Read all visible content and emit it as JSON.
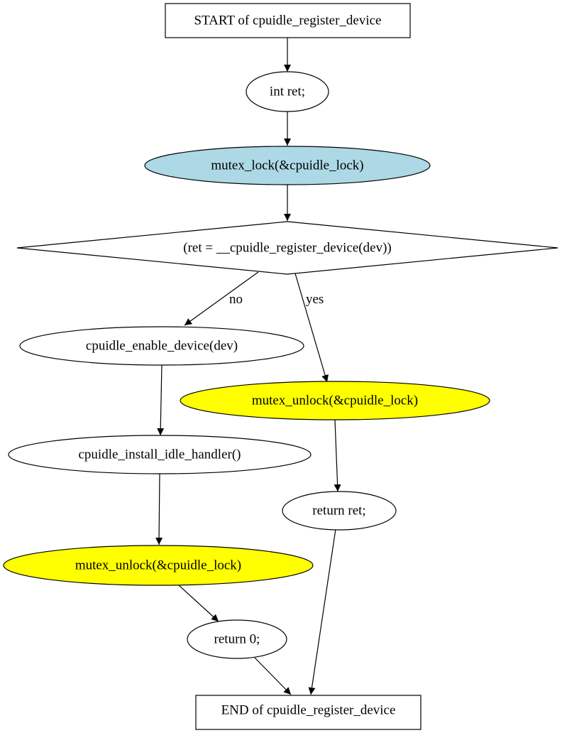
{
  "colors": {
    "background": "#ffffff",
    "default_fill": "#ffffff",
    "lock_fill": "#add8e6",
    "unlock_fill": "#ffff00",
    "stroke": "#000000"
  },
  "nodes": {
    "start": "START of cpuidle_register_device",
    "decl": "int ret;",
    "lock": "mutex_lock(&cpuidle_lock)",
    "cond": "(ret = __cpuidle_register_device(dev))",
    "enable": "cpuidle_enable_device(dev)",
    "unlock_yes": "mutex_unlock(&cpuidle_lock)",
    "install": "cpuidle_install_idle_handler()",
    "return_ret": "return ret;",
    "unlock_no": "mutex_unlock(&cpuidle_lock)",
    "return_zero": "return 0;",
    "end": "END of cpuidle_register_device"
  },
  "edge_labels": {
    "no": "no",
    "yes": "yes"
  }
}
